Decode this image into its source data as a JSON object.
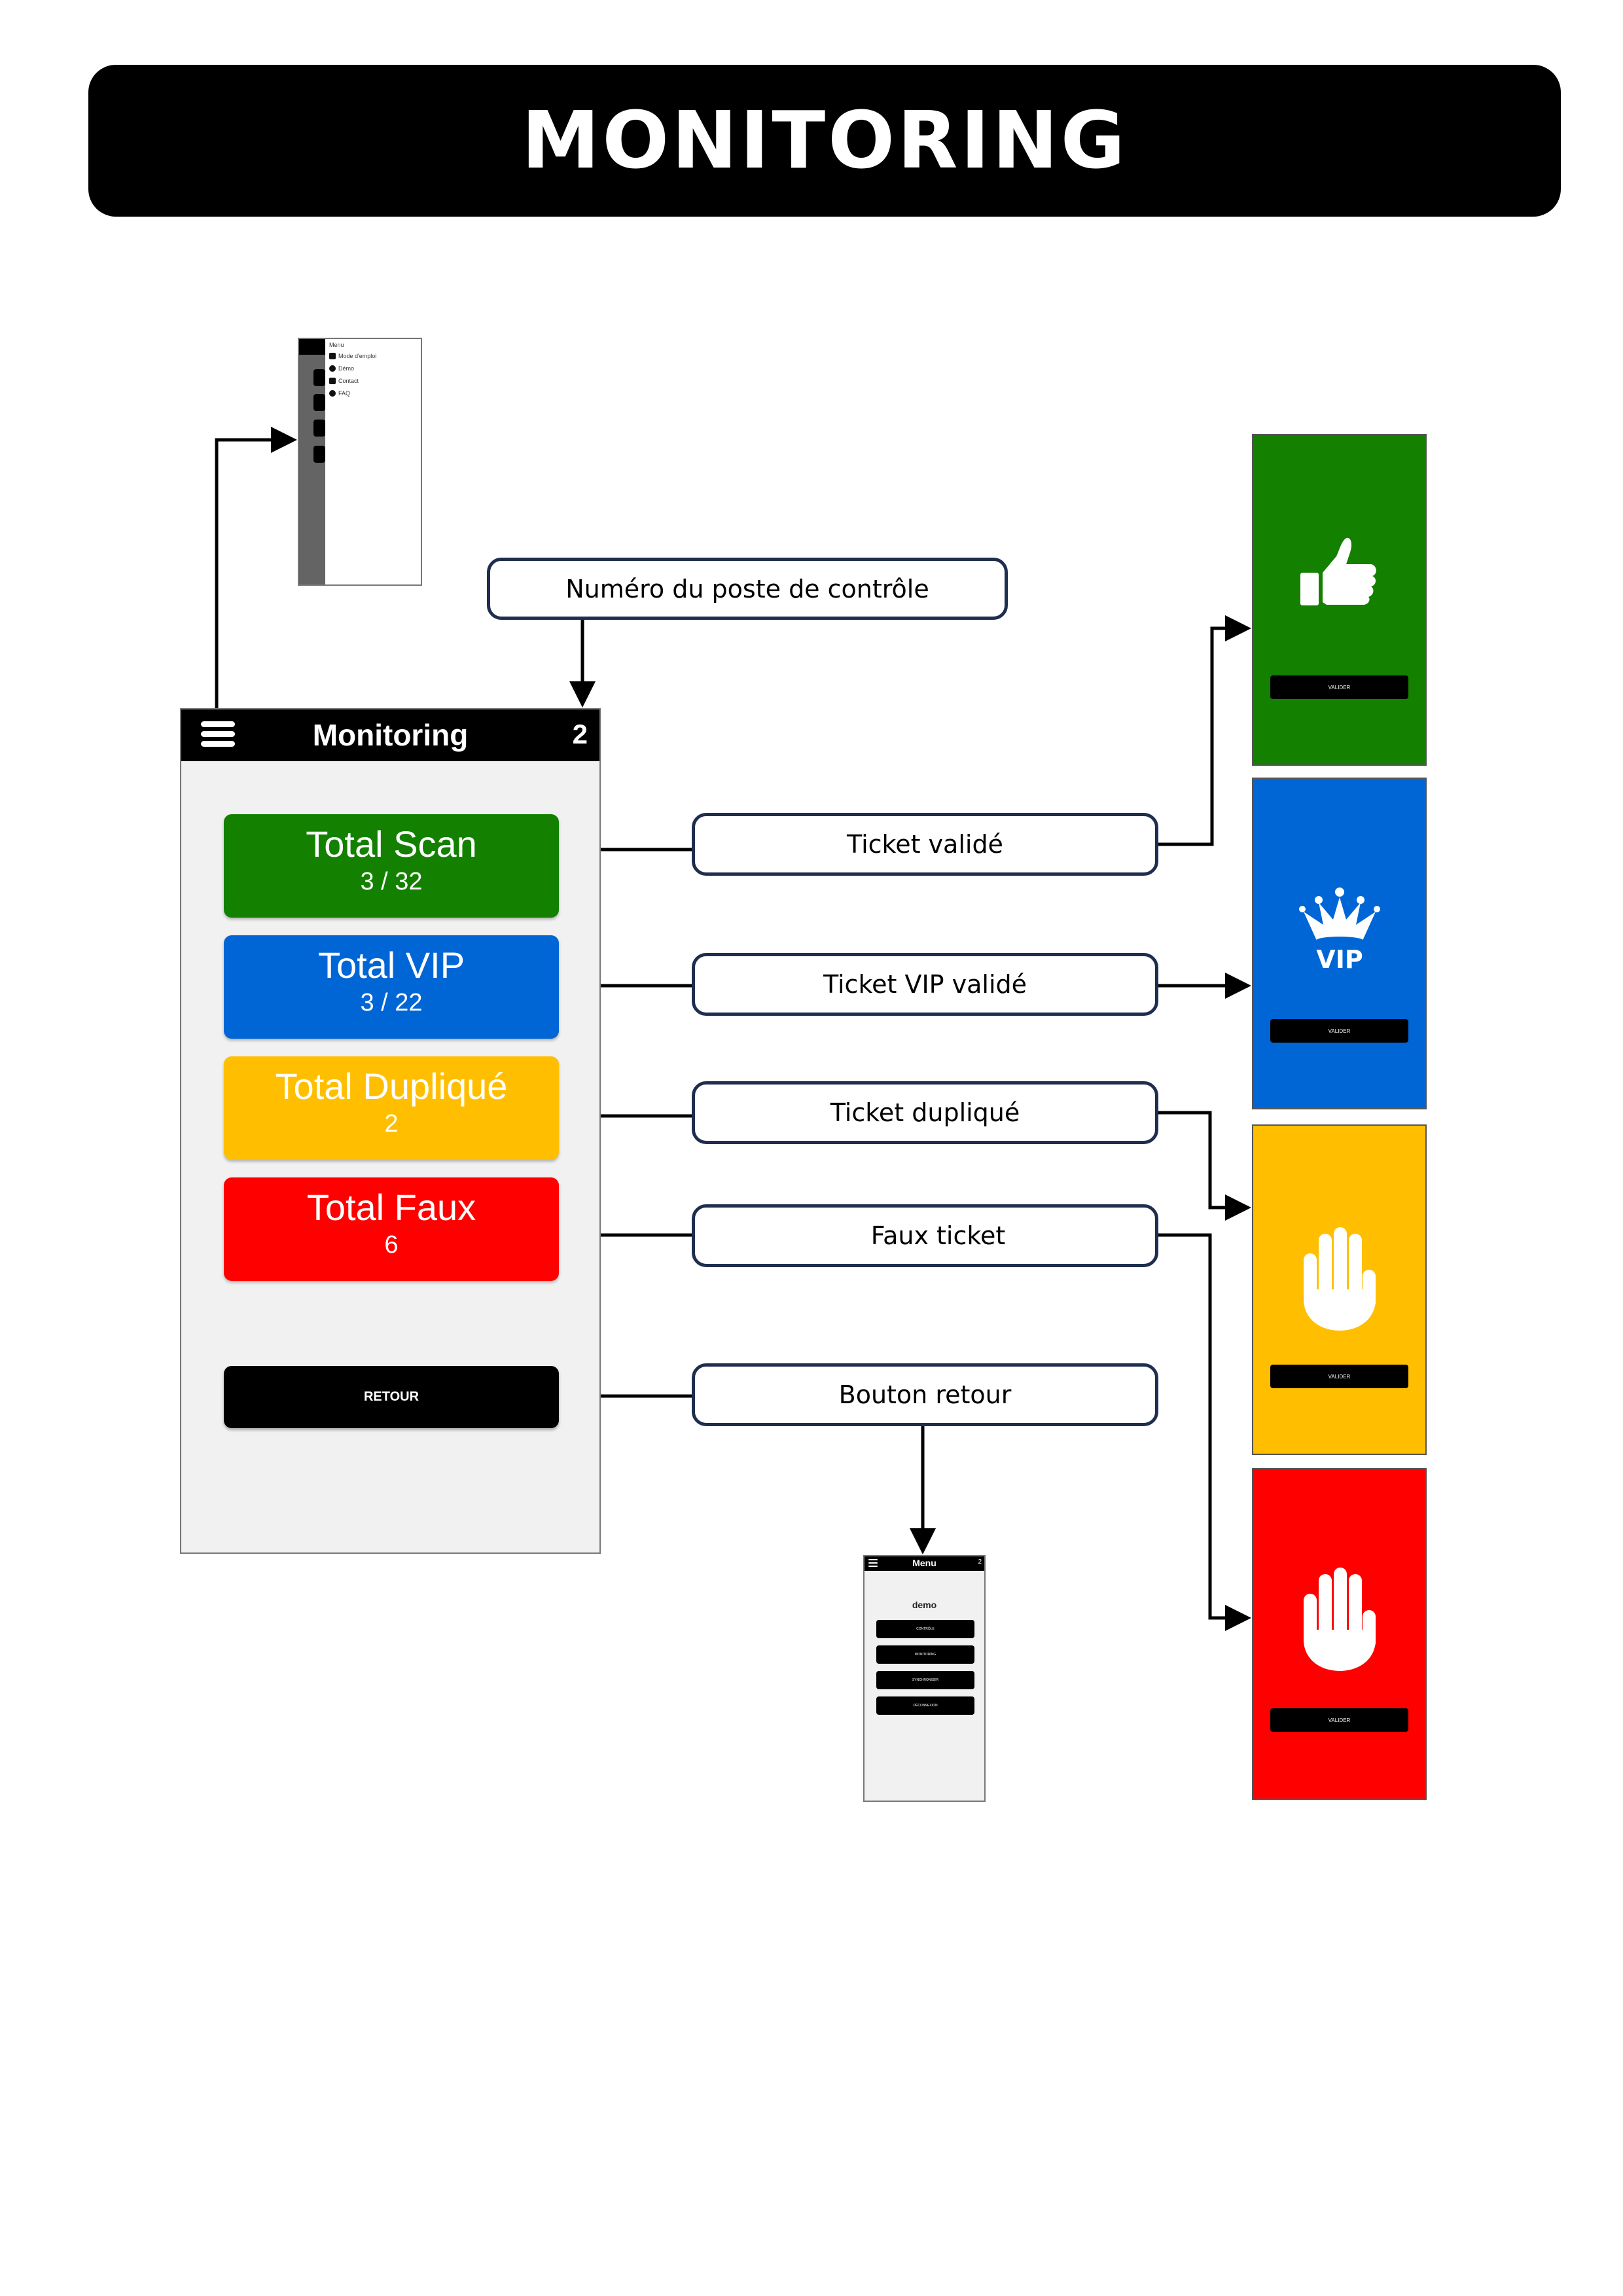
{
  "title": "MONITORING",
  "drawer_screen": {
    "header_label": "Menu",
    "items": [
      {
        "icon": "book-icon",
        "label": "Mode d'emploi"
      },
      {
        "icon": "globe-icon",
        "label": "Démo"
      },
      {
        "icon": "envelope-icon",
        "label": "Contact"
      },
      {
        "icon": "info-icon",
        "label": "FAQ"
      }
    ]
  },
  "main_screen": {
    "header": {
      "title": "Monitoring",
      "station_number": "2"
    },
    "tiles": [
      {
        "label": "Total Scan",
        "value": "3 / 32",
        "color": "#138000"
      },
      {
        "label": "Total VIP",
        "value": "3 / 22",
        "color": "#0066d6"
      },
      {
        "label": "Total Dupliqué",
        "value": "2",
        "color": "#ffbf00"
      },
      {
        "label": "Total Faux",
        "value": "6",
        "color": "#ff0000"
      }
    ],
    "back_button": "RETOUR"
  },
  "callouts": {
    "station": "Numéro du poste de contrôle",
    "valid": "Ticket validé",
    "vip": "Ticket VIP validé",
    "duplicate": "Ticket dupliqué",
    "fake": "Faux ticket",
    "back": "Bouton retour"
  },
  "result_screens": [
    {
      "name": "valid",
      "color": "#138000",
      "icon": "thumbs-up-icon",
      "button": "VALIDER"
    },
    {
      "name": "vip",
      "color": "#0066d6",
      "icon": "crown-vip-icon",
      "icon_text": "VIP",
      "button": "VALIDER"
    },
    {
      "name": "duplicate",
      "color": "#ffbf00",
      "icon": "hand-stop-icon",
      "button": "VALIDER"
    },
    {
      "name": "fake",
      "color": "#ff0000",
      "icon": "hand-stop-icon",
      "button": "VALIDER"
    }
  ],
  "menu_screen": {
    "header": {
      "title": "Menu",
      "station_number": "2"
    },
    "subtitle": "demo",
    "buttons": [
      "CONTRÔLE",
      "MONITORING",
      "SYNCHRONISER",
      "DÉCONNEXION"
    ]
  }
}
